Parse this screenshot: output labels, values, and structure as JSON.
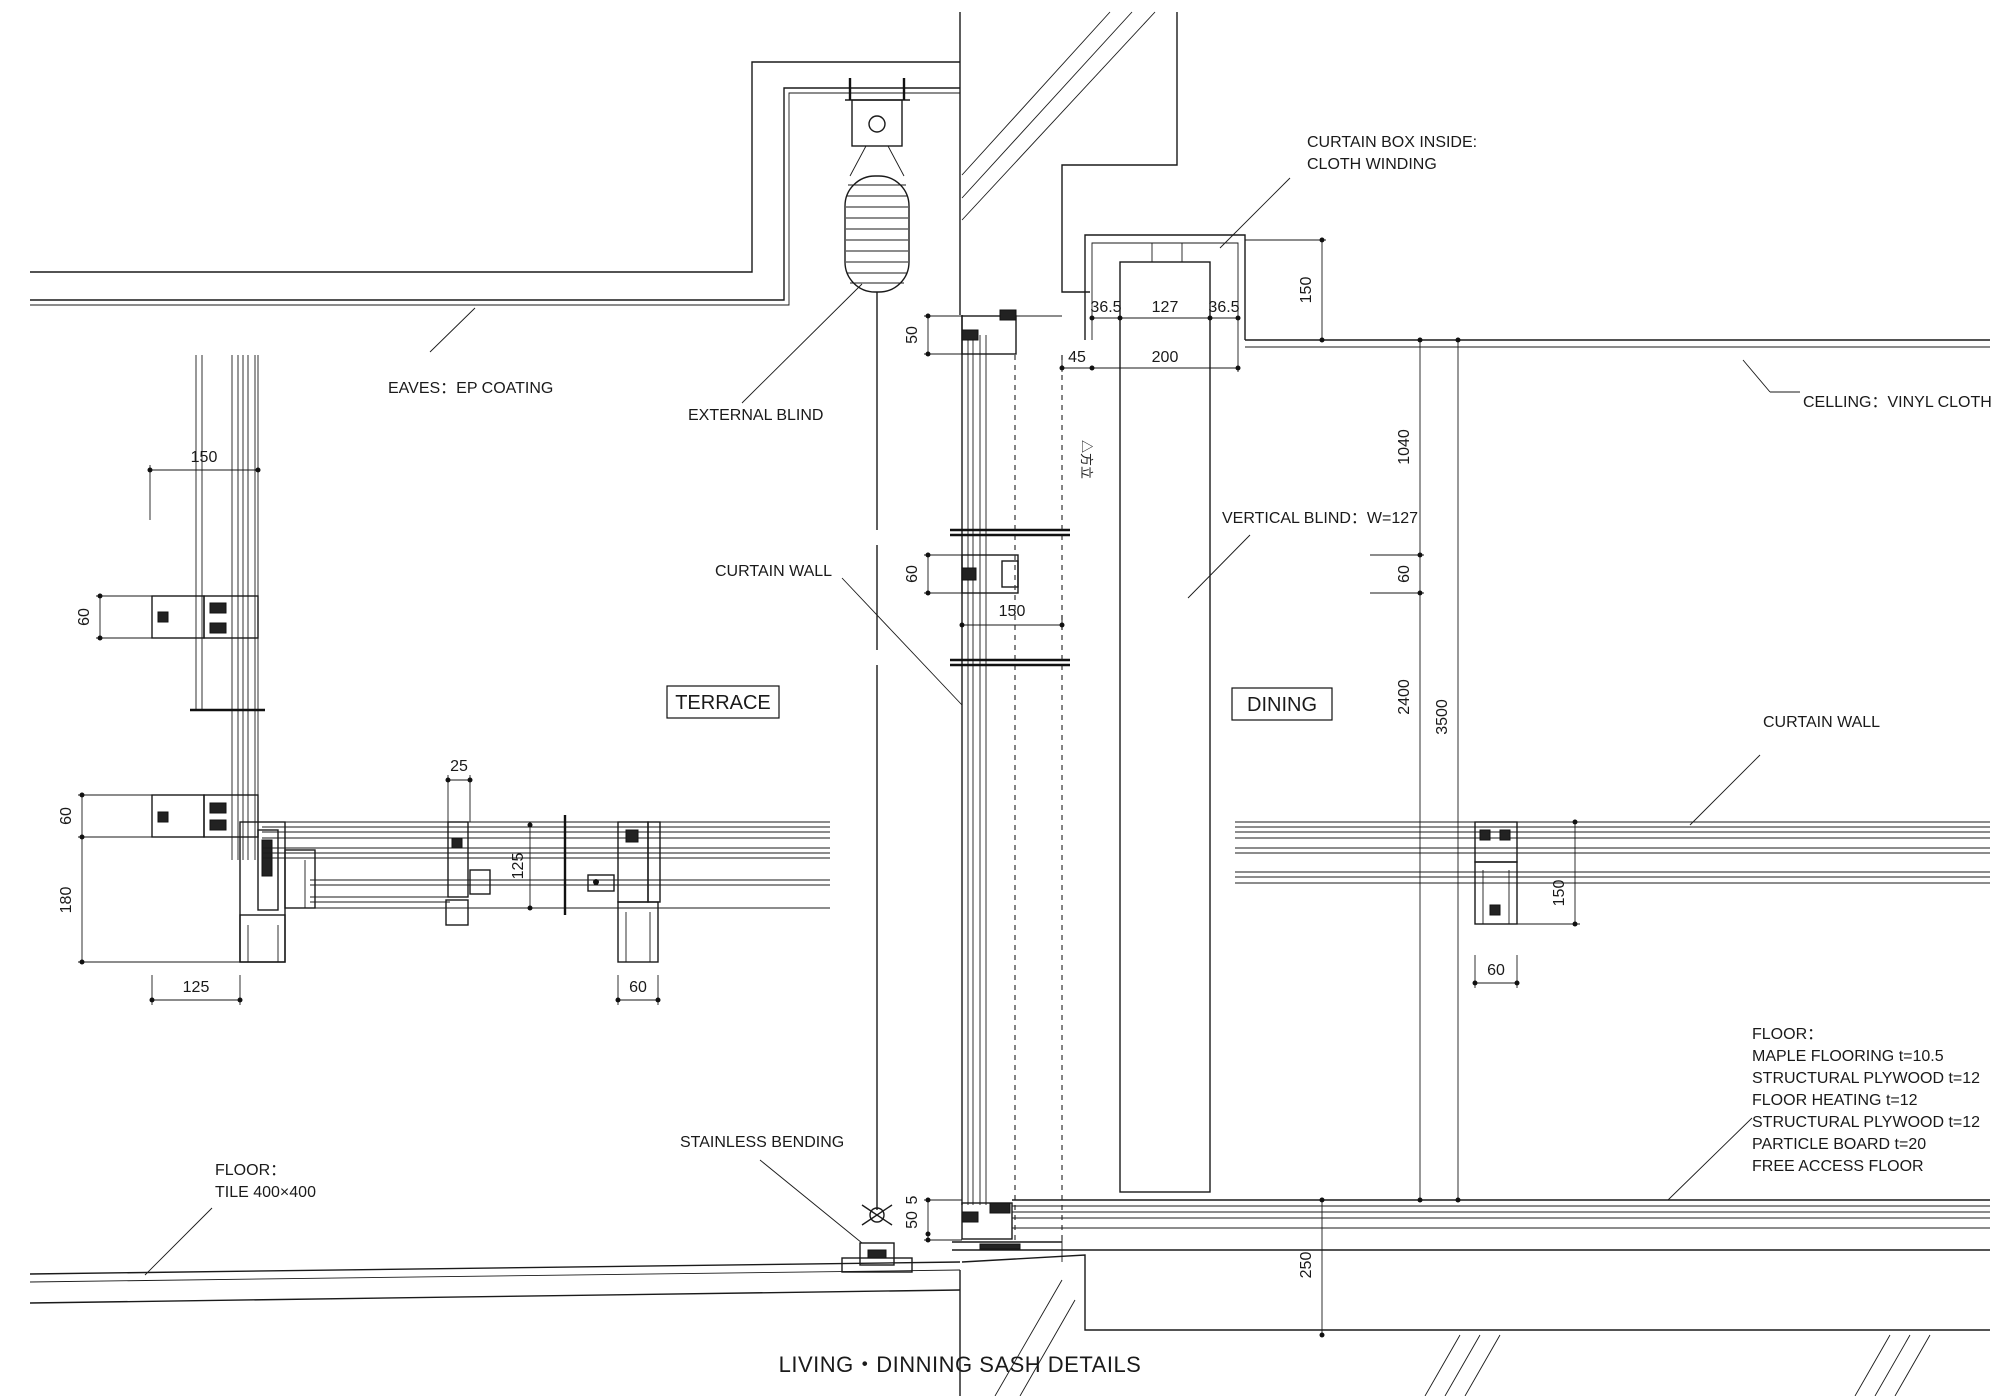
{
  "drawing": {
    "title": "LIVING・DINNING SASH DETAILS",
    "rooms": {
      "terrace": "TERRACE",
      "dining": "DINING"
    },
    "labels": {
      "eaves": "EAVES：EP COATING",
      "external_blind": "EXTERNAL BLIND",
      "curtain_wall_center": "CURTAIN WALL",
      "curtain_box_line1": "CURTAIN BOX INSIDE:",
      "curtain_box_line2": "CLOTH WINDING",
      "ceiling": "CELLING：VINYL CLOTH",
      "vertical_blind": "VERTICAL BLIND：W=127",
      "curtain_wall_right": "CURTAIN WALL",
      "stainless_bending": "STAINLESS BENDING",
      "floor_left_line1": "FLOOR：",
      "floor_left_line2": "TILE 400×400",
      "floor_right": [
        "FLOOR：",
        "MAPLE FLOORING t=10.5",
        "STRUCTURAL PLYWOOD t=12",
        "FLOOR HEATING t=12",
        "STRUCTURAL PLYWOOD t=12",
        "PARTICLE BOARD t=20",
        "FREE ACCESS FLOOR"
      ],
      "vertical_note": "△方立"
    },
    "dimensions": {
      "d150_top_left": "150",
      "d60_left_upper": "60",
      "d60_left_lower": "60",
      "d180_left": "180",
      "d125_left": "125",
      "d25": "25",
      "d125_vertical": "125",
      "d60_left_bottom": "60",
      "d50_head": "50",
      "d36_5_a": "36.5",
      "d127": "127",
      "d36_5_b": "36.5",
      "d45": "45",
      "d200": "200",
      "d150_box": "150",
      "d60_mid": "60",
      "d150_mid": "150",
      "d1040": "1040",
      "d60_right": "60",
      "d2400": "2400",
      "d3500": "3500",
      "d150_right": "150",
      "d60_right_bottom": "60",
      "d50_sill": "50",
      "d5_sill": "5",
      "d250": "250"
    }
  }
}
